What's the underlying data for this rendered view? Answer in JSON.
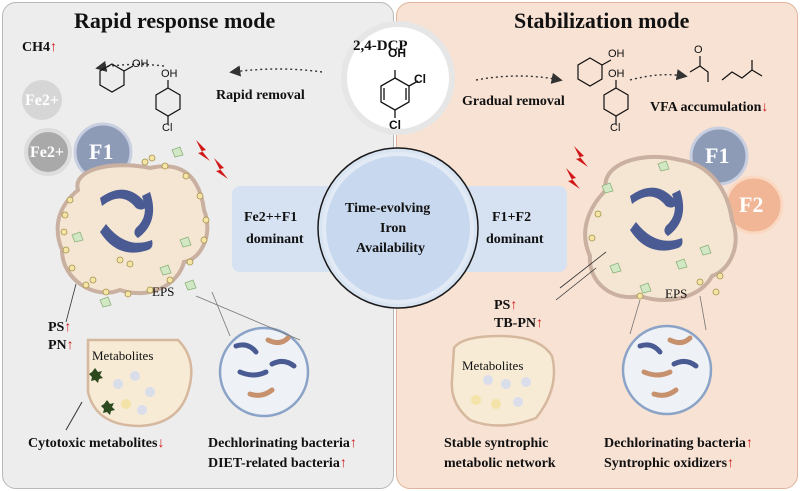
{
  "left": {
    "title": "Rapid response mode",
    "ch4": "CH4",
    "ch4_arrow": "↑",
    "rapid_removal": "Rapid removal",
    "fe1": "Fe2+",
    "fe2": "Fe2+",
    "f1": "F1",
    "eps": "EPS",
    "ps": "PS",
    "ps_arrow": "↑",
    "pn": "PN",
    "pn_arrow": "↑",
    "metabolites": "Metabolites",
    "cytotoxic": "Cytotoxic metabolites",
    "cytotoxic_arrow": "↓",
    "dechlor": "Dechlorinating bacteria",
    "dechlor_arrow": "↑",
    "diet": "DIET-related bacteria",
    "diet_arrow": "↑"
  },
  "center": {
    "compound": "2,4-DCP",
    "left_box_line1": "Fe2++F1",
    "left_box_line2": "dominant",
    "circle_line1": "Time-evolving",
    "circle_line2": "Iron",
    "circle_line3": "Availability",
    "right_box_line1": "F1+F2",
    "right_box_line2": "dominant"
  },
  "right": {
    "title": "Stabilization mode",
    "gradual_removal": "Gradual removal",
    "vfa": "VFA accumulation",
    "vfa_arrow": "↓",
    "f1": "F1",
    "f2": "F2",
    "eps": "EPS",
    "ps": "PS",
    "ps_arrow": "↑",
    "tbpn": "TB-PN",
    "tbpn_arrow": "↑",
    "metabolites": "Metabolites",
    "stable1": "Stable syntrophic",
    "stable2": "metabolic network",
    "dechlor": "Dechlorinating bacteria",
    "dechlor_arrow": "↑",
    "syntrophic": "Syntrophic oxidizers",
    "syntrophic_arrow": "↑"
  },
  "chem_labels": {
    "oh": "OH",
    "cl": "Cl",
    "o": "O"
  },
  "colors": {
    "left_bg": "#ededed",
    "right_bg": "#f8e2d4",
    "center_box": "#d6e2f2",
    "center_circle": "#c9d9ee",
    "bacteria": "#4a5a92",
    "arrow_red": "#d01818",
    "f1_color": "#8d9bb7",
    "f2_color": "#f0b696",
    "fe_color": "#b8b8b8"
  }
}
